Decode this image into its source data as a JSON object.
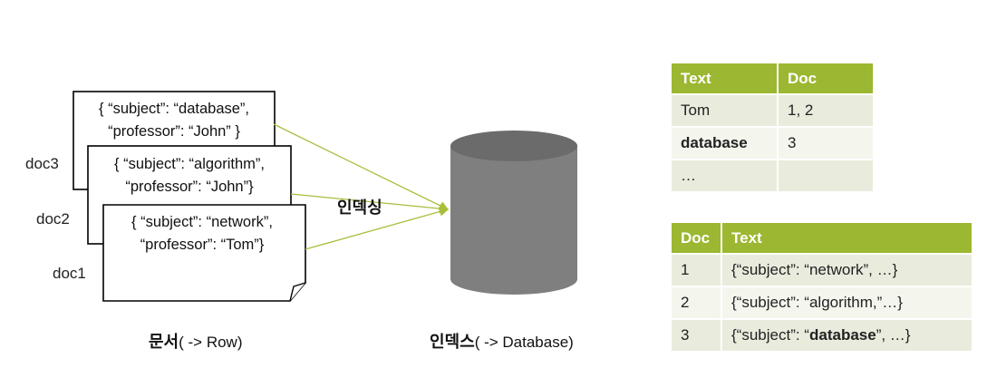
{
  "documents": {
    "labels": [
      "doc3",
      "doc2",
      "doc1"
    ],
    "doc3": {
      "line1": "{ “subject”: “database”,",
      "line2": "“professor”: “John” }"
    },
    "doc2": {
      "line1": "{ “subject”: “algorithm”,",
      "line2": "“professor”: “John”}"
    },
    "doc1": {
      "line1": "{ “subject”: “network”,",
      "line2": "“professor”: “Tom”}"
    },
    "caption_bold": "문서",
    "caption_rest": "( -> Row)"
  },
  "indexing_label": "인덱싱",
  "database": {
    "caption_bold": "인덱스",
    "caption_rest": "( -> Database)"
  },
  "inverted_index": {
    "headers": [
      "Text",
      "Doc"
    ],
    "rows": [
      {
        "text": "Tom",
        "doc": "1, 2"
      },
      {
        "text": "database",
        "doc": "3"
      },
      {
        "text": "…",
        "doc": ""
      }
    ]
  },
  "doc_table": {
    "headers": [
      "Doc",
      "Text"
    ],
    "rows": [
      {
        "doc": "1",
        "text": "{“subject”: “network”, …}"
      },
      {
        "doc": "2",
        "text": "{“subject”: “algorithm,”…}"
      },
      {
        "doc": "3",
        "text_pre": "{“subject”: “",
        "text_bold": "database",
        "text_post": "”, …}"
      }
    ]
  },
  "colors": {
    "accent": "#9cb731",
    "arrow": "#a7bf3a",
    "cylinder": "#7f7f7f",
    "cylinder_top": "#6b6b6b"
  }
}
